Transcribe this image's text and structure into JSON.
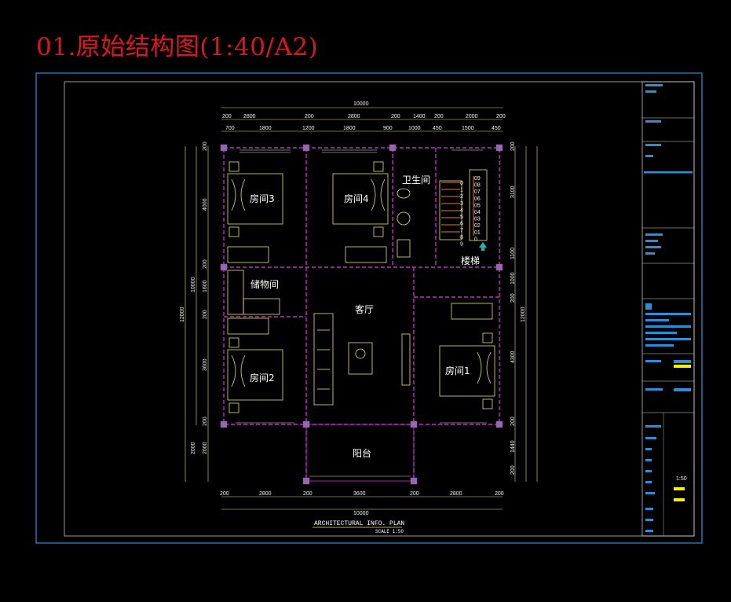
{
  "page_title": "01.原始结构图(1:40/A2)",
  "colors": {
    "title": "#e0151b",
    "frame_blue": "#2a8fd6",
    "wall_magenta": "#c12ec9",
    "dimension_yellow": "#e9e06e",
    "furniture_white": "#e6e6e6",
    "stair_orange": "#e08020",
    "arrow_teal": "#22b3b0",
    "highlight_yellow": "#f2f20a"
  },
  "plan": {
    "rooms": {
      "room3": "房间3",
      "room4": "房间4",
      "bathroom": "卫生间",
      "storage": "储物间",
      "living_room": "客厅",
      "stairs": "楼梯",
      "room1": "房间1",
      "room2": "房间2",
      "balcony": "阳台"
    },
    "dims_top_total": "10000",
    "dims_top_row1": [
      "200",
      "2800",
      "200",
      "2800",
      "200",
      "1400",
      "200",
      "2000",
      "200"
    ],
    "dims_top_row2": [
      "700",
      "1800",
      "1200",
      "1800",
      "900",
      "1000",
      "450",
      "1500",
      "450"
    ],
    "dims_bottom_row1": [
      "200",
      "2800",
      "200",
      "3600",
      "200",
      "2800",
      "200"
    ],
    "dims_bottom_total": "10000",
    "dims_left_total": "12000",
    "dims_left_sub": "10000",
    "dims_left_parts": [
      "200",
      "4000",
      "200",
      "1600",
      "200",
      "3600",
      "200",
      "2000",
      "2000"
    ],
    "dims_right_total": "12000",
    "dims_right_parts": [
      "200",
      "3100",
      "1100",
      "1000",
      "200",
      "4300",
      "200",
      "1440",
      "200"
    ],
    "stair_steps": [
      "09",
      "08",
      "07",
      "06",
      "05",
      "04",
      "03",
      "02",
      "01",
      "0"
    ],
    "stair_steps_left": [
      "0",
      "1",
      "2",
      "3",
      "4",
      "5",
      "6",
      "7",
      "8",
      "9"
    ],
    "caption_en": "ARCHITECTURAL INFO. PLAN",
    "caption_scale": "SCALE 1:50"
  },
  "title_block": {
    "scale_value": "1:50"
  }
}
